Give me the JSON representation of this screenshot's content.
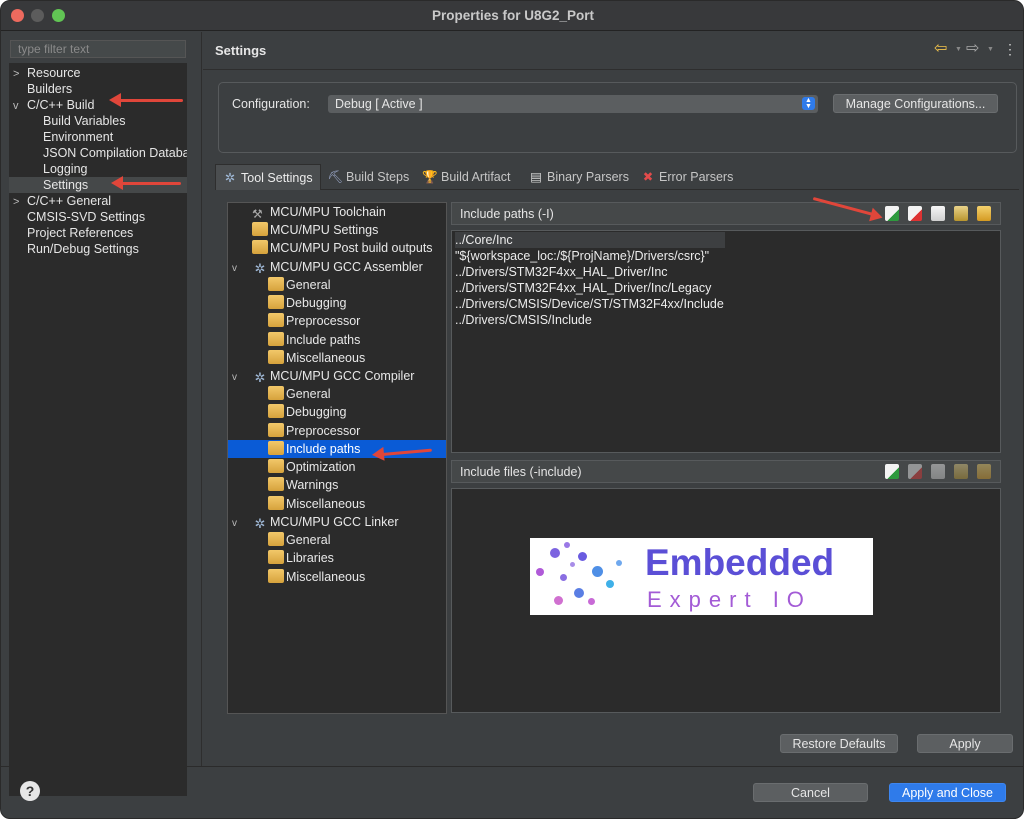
{
  "window": {
    "title": "Properties for U8G2_Port"
  },
  "left": {
    "filter_placeholder": "type filter text",
    "items": [
      {
        "label": "Resource",
        "chev": ">"
      },
      {
        "label": "Builders",
        "chev": ""
      },
      {
        "label": "C/C++ Build",
        "chev": "v"
      },
      {
        "label": "Build Variables",
        "chev": ""
      },
      {
        "label": "Environment",
        "chev": ""
      },
      {
        "label": "JSON Compilation Databa",
        "chev": ""
      },
      {
        "label": "Logging",
        "chev": ""
      },
      {
        "label": "Settings",
        "chev": ""
      },
      {
        "label": "C/C++ General",
        "chev": ">"
      },
      {
        "label": "CMSIS-SVD Settings",
        "chev": ""
      },
      {
        "label": "Project References",
        "chev": ""
      },
      {
        "label": "Run/Debug Settings",
        "chev": ""
      }
    ]
  },
  "header": {
    "title": "Settings"
  },
  "config": {
    "label": "Configuration:",
    "value": "Debug  [ Active ]",
    "manage_label": "Manage Configurations..."
  },
  "tabs": [
    {
      "label": "Tool Settings",
      "icon": "gear-icon"
    },
    {
      "label": "Build Steps",
      "icon": "steps-icon"
    },
    {
      "label": "Build Artifact",
      "icon": "trophy-icon"
    },
    {
      "label": "Binary Parsers",
      "icon": "binary-icon"
    },
    {
      "label": "Error Parsers",
      "icon": "error-icon"
    }
  ],
  "tool_tree": [
    {
      "label": "MCU/MPU Toolchain",
      "exp": "",
      "icon": "wrench"
    },
    {
      "label": "MCU/MPU Settings",
      "exp": "",
      "icon": "folder"
    },
    {
      "label": "MCU/MPU Post build outputs",
      "exp": "",
      "icon": "folder"
    },
    {
      "label": "MCU/MPU GCC Assembler",
      "exp": "v",
      "icon": "gear"
    },
    {
      "label": "General",
      "exp": "",
      "icon": "folder"
    },
    {
      "label": "Debugging",
      "exp": "",
      "icon": "folder"
    },
    {
      "label": "Preprocessor",
      "exp": "",
      "icon": "folder"
    },
    {
      "label": "Include paths",
      "exp": "",
      "icon": "folder"
    },
    {
      "label": "Miscellaneous",
      "exp": "",
      "icon": "folder"
    },
    {
      "label": "MCU/MPU GCC Compiler",
      "exp": "v",
      "icon": "gear"
    },
    {
      "label": "General",
      "exp": "",
      "icon": "folder"
    },
    {
      "label": "Debugging",
      "exp": "",
      "icon": "folder"
    },
    {
      "label": "Preprocessor",
      "exp": "",
      "icon": "folder"
    },
    {
      "label": "Include paths",
      "exp": "",
      "icon": "folder"
    },
    {
      "label": "Optimization",
      "exp": "",
      "icon": "folder"
    },
    {
      "label": "Warnings",
      "exp": "",
      "icon": "folder"
    },
    {
      "label": "Miscellaneous",
      "exp": "",
      "icon": "folder"
    },
    {
      "label": "MCU/MPU GCC Linker",
      "exp": "v",
      "icon": "gear"
    },
    {
      "label": "General",
      "exp": "",
      "icon": "folder"
    },
    {
      "label": "Libraries",
      "exp": "",
      "icon": "folder"
    },
    {
      "label": "Miscellaneous",
      "exp": "",
      "icon": "folder"
    }
  ],
  "include_paths": {
    "title": "Include paths (-I)",
    "items": [
      "../Core/Inc",
      "\"${workspace_loc:/${ProjName}/Drivers/csrc}\"",
      "../Drivers/STM32F4xx_HAL_Driver/Inc",
      "../Drivers/STM32F4xx_HAL_Driver/Inc/Legacy",
      "../Drivers/CMSIS/Device/ST/STM32F4xx/Include",
      "../Drivers/CMSIS/Include"
    ]
  },
  "include_files": {
    "title": "Include files (-include)"
  },
  "logo": {
    "line1": "Embedded",
    "line2": "Expert IO"
  },
  "footer": {
    "restore_label": "Restore Defaults",
    "apply_label": "Apply",
    "cancel_label": "Cancel",
    "apply_close_label": "Apply and Close",
    "help_glyph": "?"
  },
  "colors": {
    "accent": "#2f7bea",
    "selection": "#0a5bd6",
    "annotation_arrow": "#e0463a"
  }
}
